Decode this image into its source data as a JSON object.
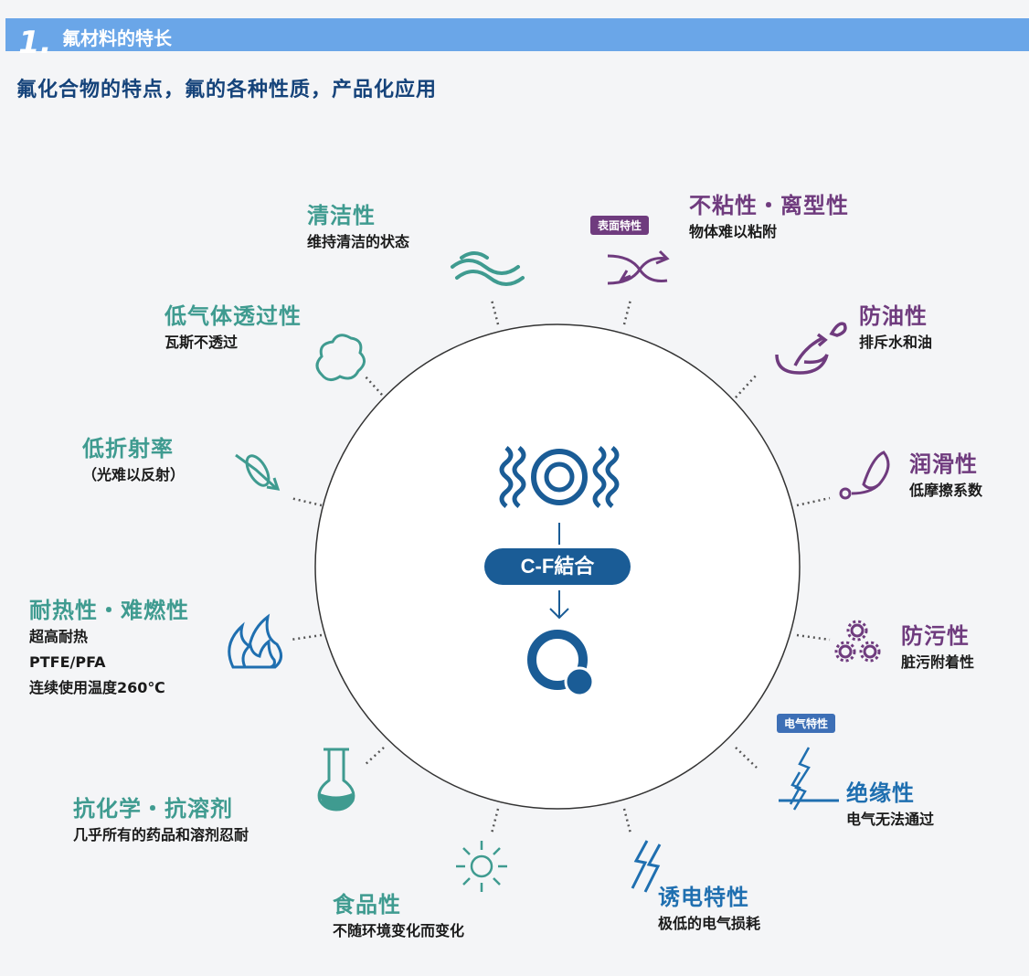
{
  "header": {
    "number": "1.",
    "title": "氟材料的特长"
  },
  "subtitle": "氟化合物的特点，氟的各种性质，产品化应用",
  "center": {
    "badge": "C-F結合"
  },
  "tags": {
    "surface": "表面特性",
    "electrical": "电气特性"
  },
  "properties": {
    "clean": {
      "title": "清洁性",
      "desc": [
        "维持清洁的状态"
      ]
    },
    "nonstick": {
      "title": "不粘性・离型性",
      "desc": [
        "物体难以粘附"
      ]
    },
    "gas": {
      "title": "低气体透过性",
      "desc": [
        "瓦斯不透过"
      ]
    },
    "oil": {
      "title": "防油性",
      "desc": [
        "排斥水和油"
      ]
    },
    "refraction": {
      "title": "低折射率",
      "desc": [
        "（光难以反射）"
      ]
    },
    "lubric": {
      "title": "润滑性",
      "desc": [
        "低摩擦系数"
      ]
    },
    "heat": {
      "title": "耐热性・难燃性",
      "desc": [
        "超高耐热",
        "PTFE/PFA",
        "连续使用温度260℃"
      ]
    },
    "stain": {
      "title": "防污性",
      "desc": [
        "脏污附着性"
      ]
    },
    "chem": {
      "title": "抗化学・抗溶剂",
      "desc": [
        "几乎所有的药品和溶剂忍耐"
      ]
    },
    "insul": {
      "title": "绝缘性",
      "desc": [
        "电气无法通过"
      ]
    },
    "food": {
      "title": "食品性",
      "desc": [
        "不随环境变化而变化"
      ]
    },
    "dielec": {
      "title": "诱电特性",
      "desc": [
        "极低的电气损耗"
      ]
    }
  },
  "colors": {
    "teal": "#3f9b90",
    "purple": "#6f3b7e",
    "blue": "#1f6fb0",
    "navy": "#1a5c96",
    "header": "#6aa6e8"
  }
}
